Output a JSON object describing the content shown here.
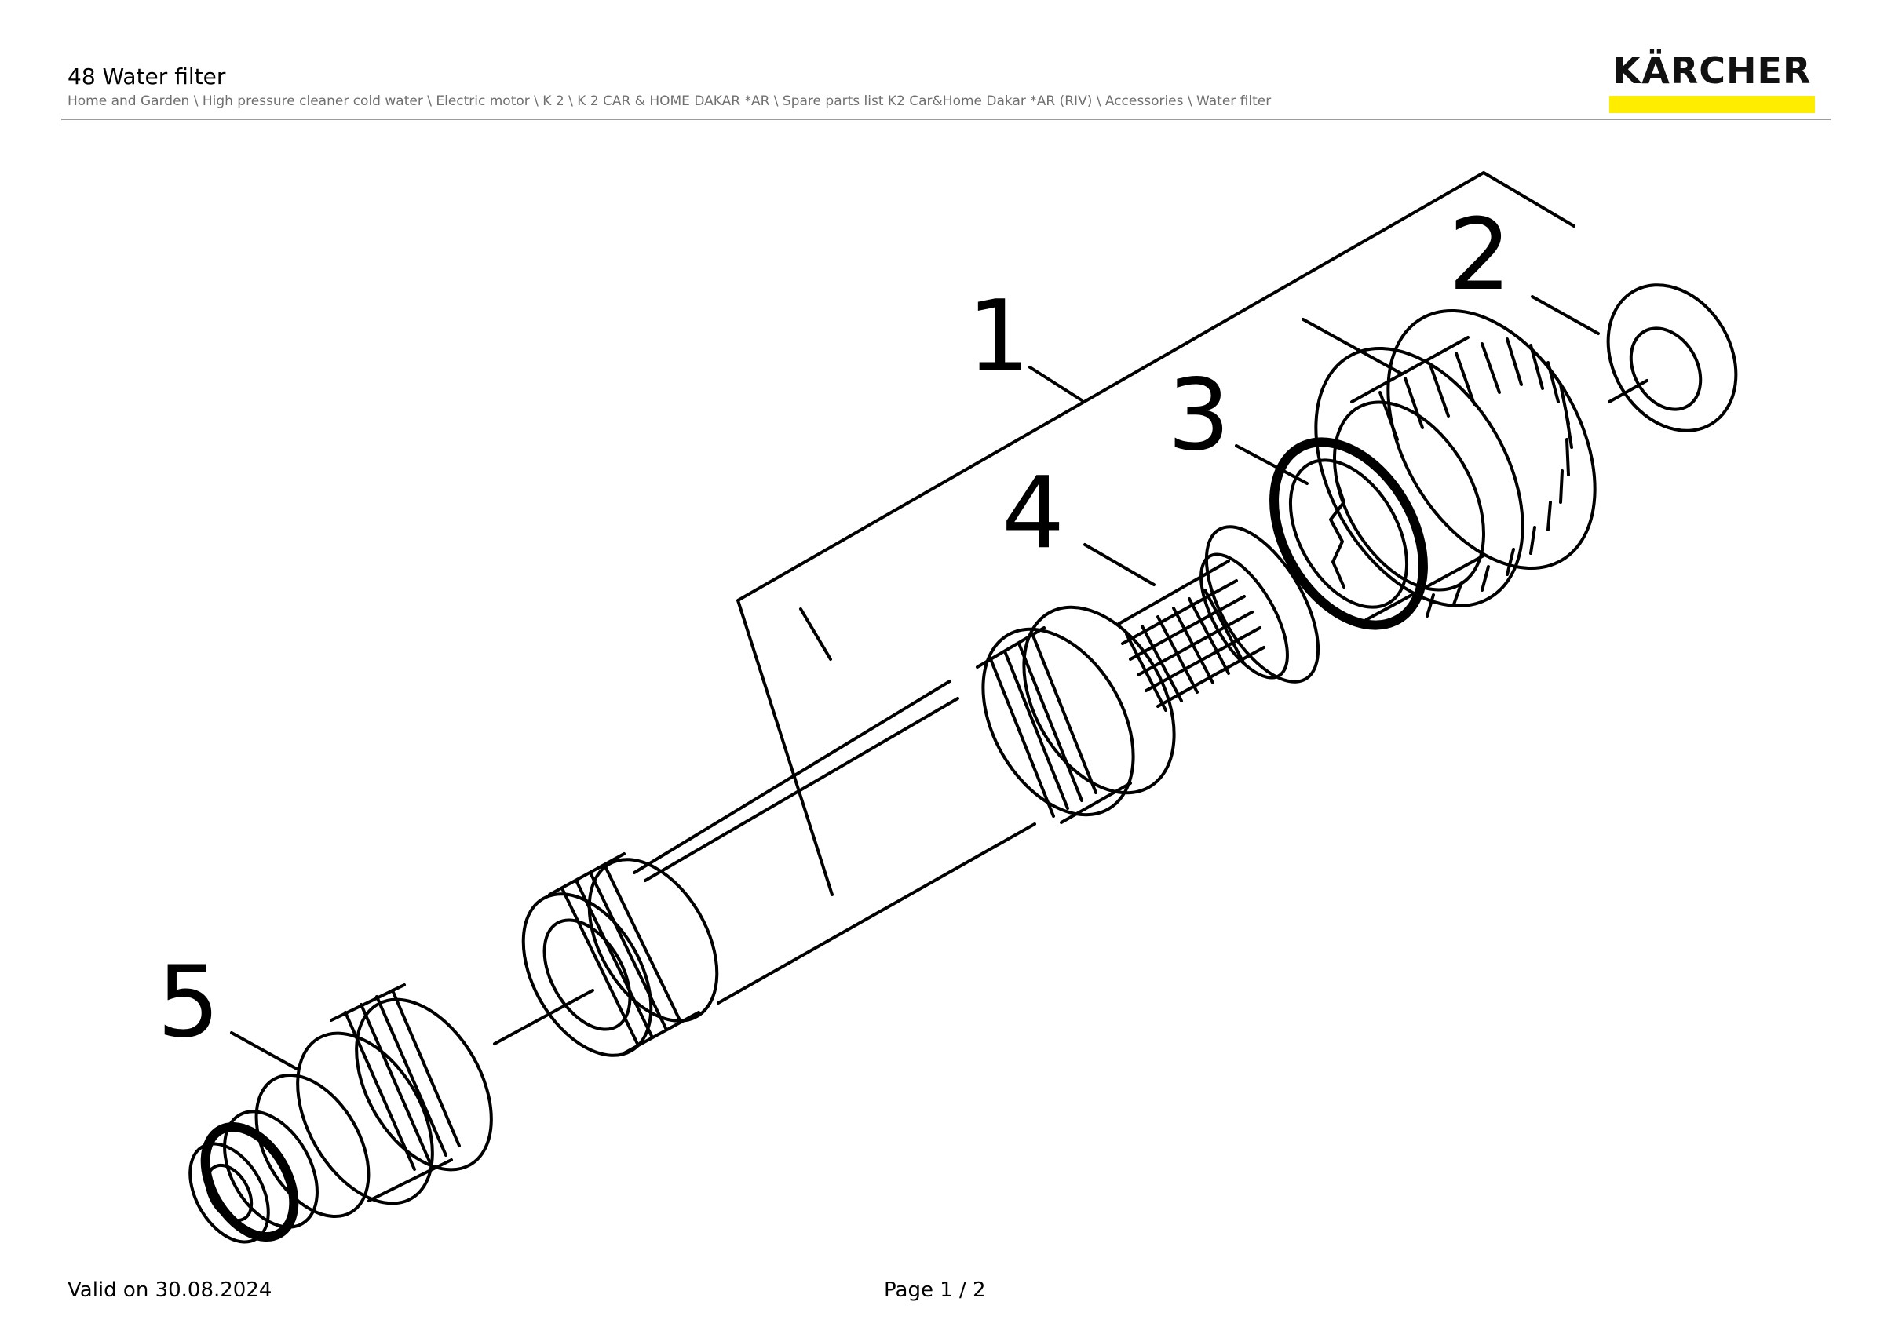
{
  "header": {
    "title": "48 Water filter",
    "breadcrumb": "Home and Garden \\ High pressure cleaner cold water \\ Electric motor \\ K 2 \\ K 2 CAR & HOME DAKAR *AR \\ Spare parts list K2 Car&Home Dakar *AR (RIV) \\ Accessories \\ Water filter"
  },
  "logo": {
    "text": "KÄRCHER",
    "bar_color": "#ffed00",
    "icon": "kaercher-logo"
  },
  "diagram": {
    "callouts": [
      "1",
      "2",
      "3",
      "4",
      "5"
    ]
  },
  "footer": {
    "valid": "Valid on 30.08.2024",
    "page": "Page 1 / 2"
  }
}
